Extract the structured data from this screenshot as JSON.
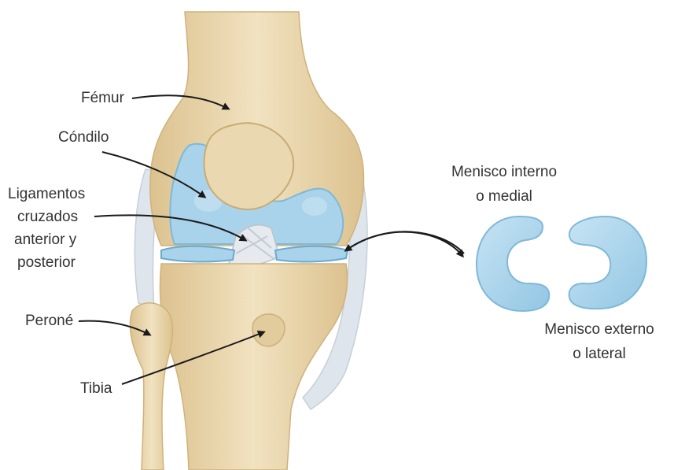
{
  "labels": {
    "femur": "Fémur",
    "condilo": "Cóndilo",
    "ligamentos": [
      "Ligamentos",
      "cruzados",
      "anterior y",
      "posterior"
    ],
    "perone": "Peroné",
    "tibia": "Tibia",
    "menisco_interno": [
      "Menisco interno",
      "o medial"
    ],
    "menisco_externo": [
      "Menisco externo",
      "o lateral"
    ]
  },
  "colors": {
    "bone": "#ead8b0",
    "bone_shade": "#d9bf8a",
    "cartilage": "#a9d3ea",
    "cartilage_edge": "#7fb8d8",
    "ligament": "#dde3ea",
    "text": "#333333",
    "arrow": "#1a1a1a"
  }
}
